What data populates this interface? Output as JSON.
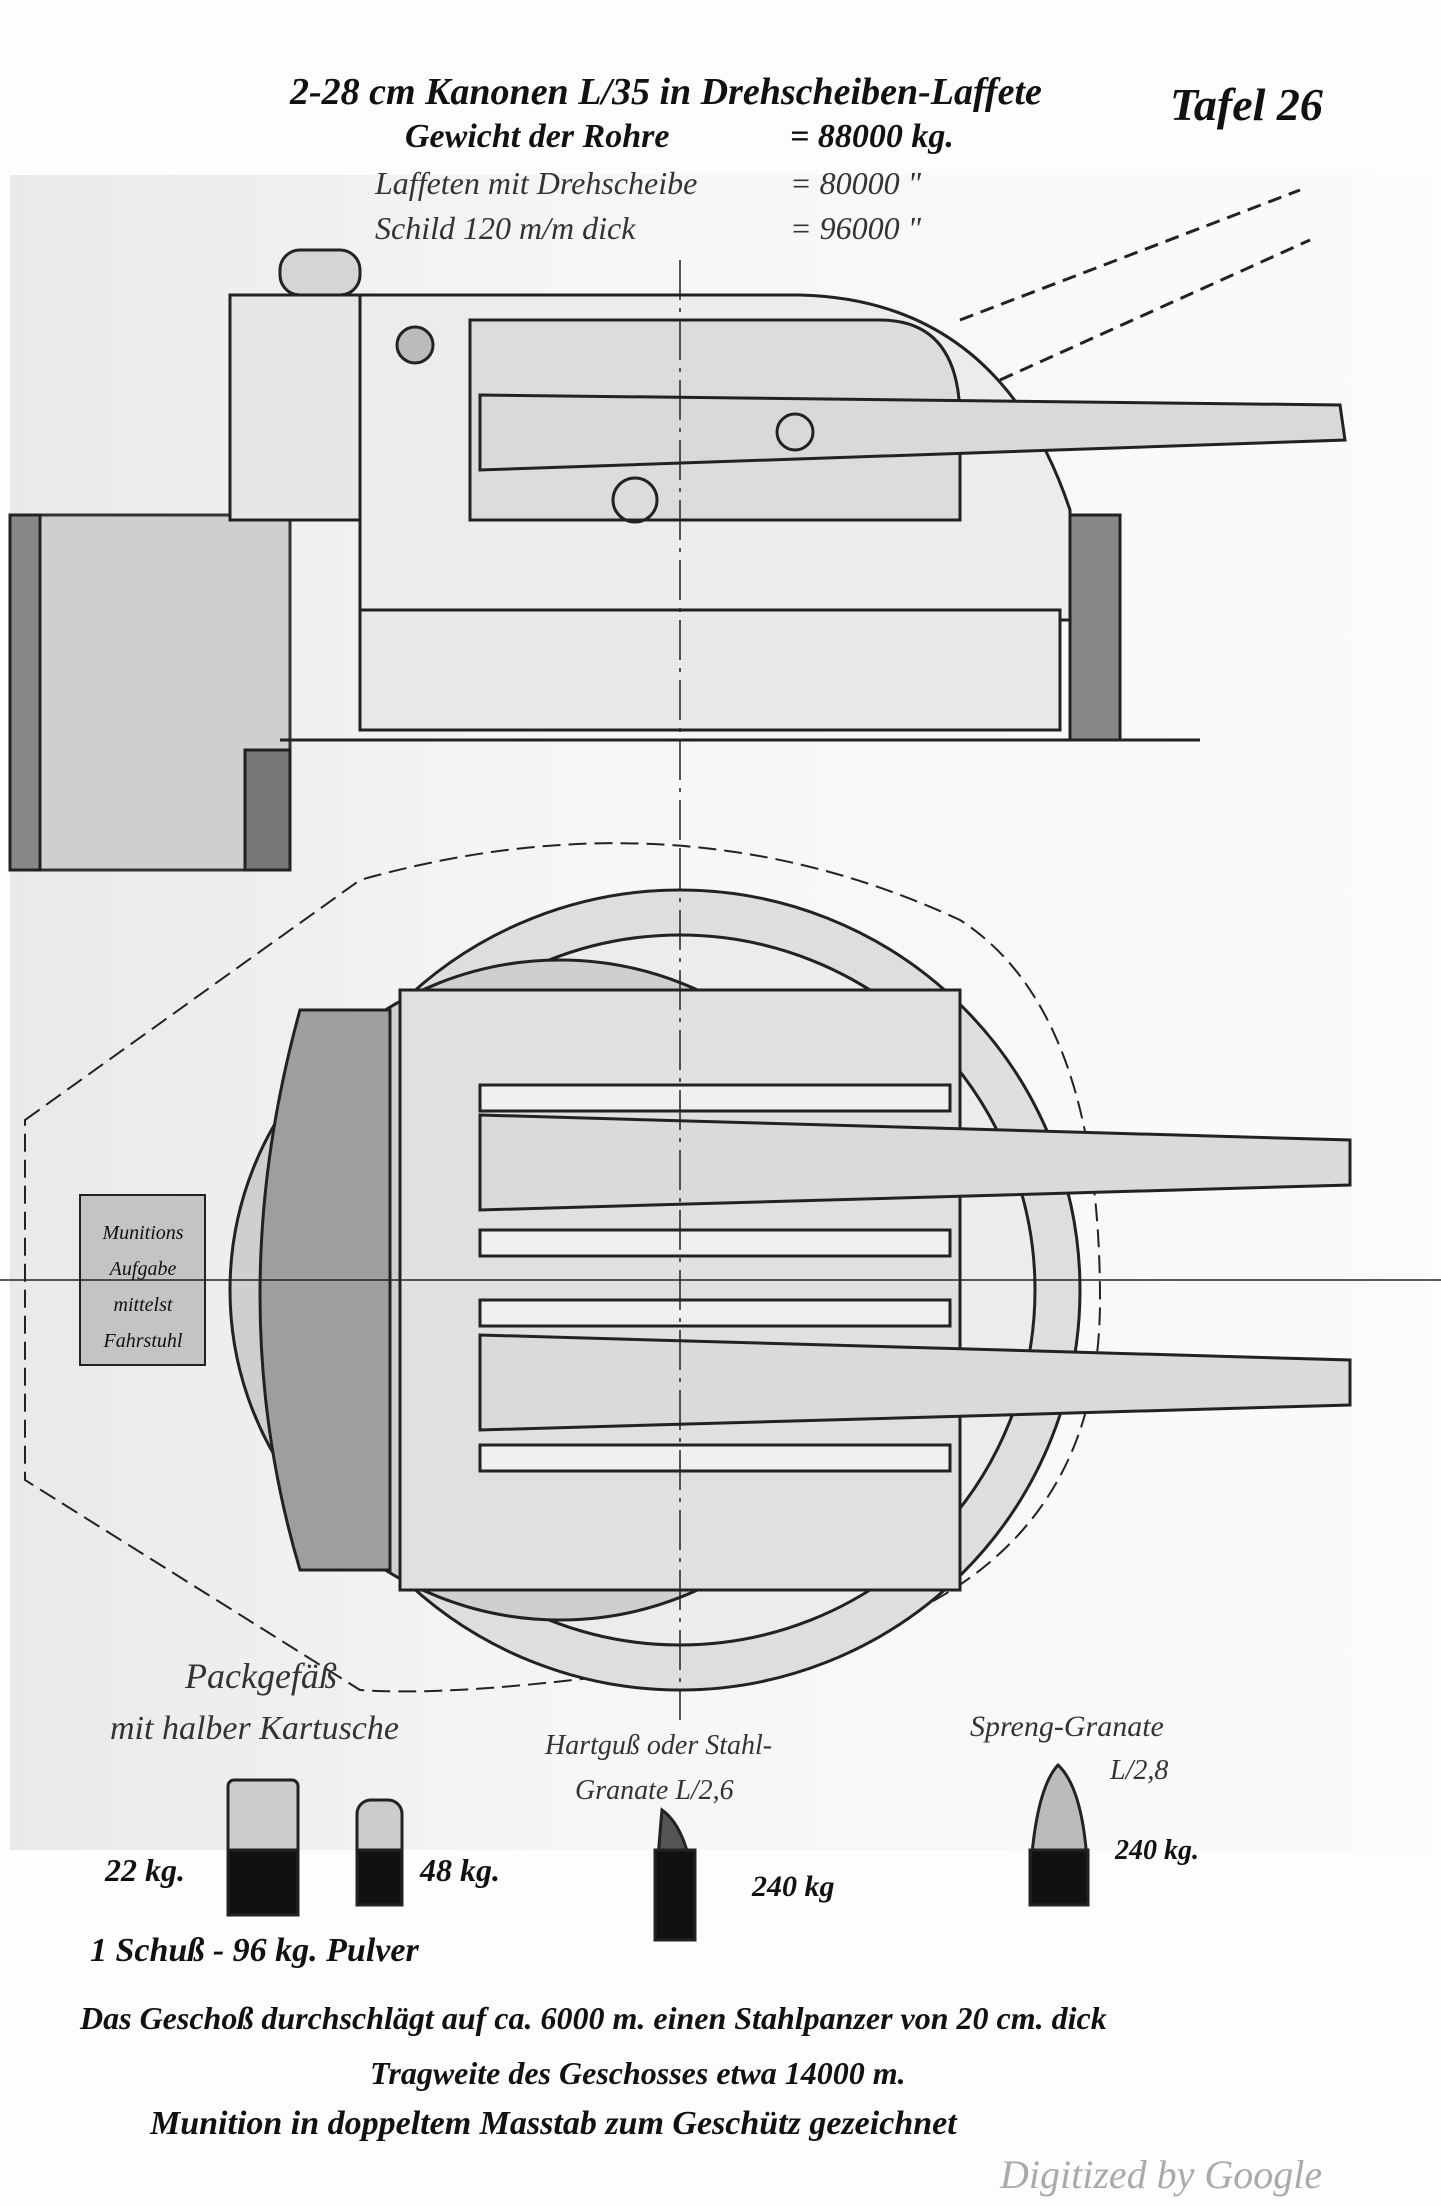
{
  "header": {
    "title": "2-28 cm Kanonen L/35 in Drehscheiben-Laffete",
    "plate": "Tafel 26",
    "weights": [
      {
        "label": "Gewicht der Rohre",
        "value": "= 88000 kg."
      },
      {
        "label": "Laffeten mit Drehscheibe",
        "value": "= 80000 \""
      },
      {
        "label": "Schild 120 m/m dick",
        "value": "= 96000 \""
      }
    ]
  },
  "plan": {
    "box_label": [
      "Munitions",
      "Aufgabe",
      "mittelst",
      "Fahrstuhl"
    ]
  },
  "ammo": {
    "packgefaess_title": "Packgefäß",
    "packgefaess_sub": "mit halber Kartusche",
    "hartguss_title": "Hartguß oder Stahl-",
    "hartguss_sub": "Granate L/2,6",
    "spreng_title": "Spreng-Granate",
    "spreng_sub": "L/2,8",
    "w_cartridge": "22 kg.",
    "w_charge": "48 kg.",
    "w_hartguss": "240 kg",
    "w_spreng": "240 kg.",
    "shot_line": "1 Schuß - 96 kg. Pulver"
  },
  "footer": {
    "line1": "Das Geschoß durchschlägt auf ca. 6000 m. einen Stahlpanzer von 20 cm. dick",
    "line2": "Tragweite des Geschosses etwa 14000 m.",
    "line3": "Munition in doppeltem Masstab zum Geschütz gezeichnet",
    "watermark": "Digitized by Google"
  }
}
